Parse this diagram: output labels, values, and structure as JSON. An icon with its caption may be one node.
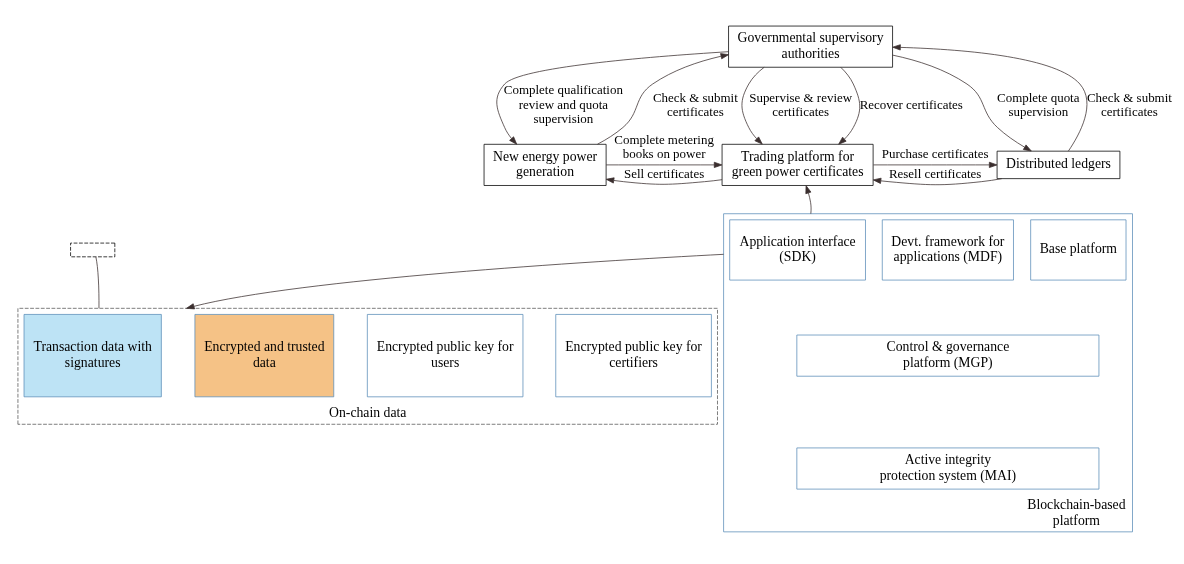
{
  "diagram": {
    "nodes": [
      {
        "text": [
          "Governmental supervisory authorities"
        ]
      },
      {
        "text": [
          "New energy power generation"
        ]
      },
      {
        "text": [
          "Trading platform for green power certificates"
        ]
      },
      {
        "text": [
          "Distributed ledgers"
        ]
      },
      {
        "text": [
          "On-chain data"
        ]
      },
      {
        "text": [
          "Transaction data with signatures"
        ],
        "in": 4
      },
      {
        "text": [
          "Encrypted and trusted data"
        ],
        "in": 4
      },
      {
        "text": [
          "Encrypted public key for users"
        ],
        "in": 4
      },
      {
        "text": [
          "Encrypted public key for certifiers"
        ],
        "in": 4
      },
      {
        "text": [
          "Blockchain-based platform"
        ]
      },
      {
        "text": [
          "Application interface (SDK)"
        ],
        "in": 9
      },
      {
        "text": [
          "Devt. framework for applications (MDF)"
        ],
        "in": 9
      },
      {
        "text": [
          "Base platform"
        ],
        "in": 9
      },
      {
        "text": [
          "Control & governance platform (MGP)"
        ],
        "in": 9
      },
      {
        "text": [
          "Active integrity protection system (MAI)"
        ],
        "in": 9
      },
      {
        "text": [],
        "shape": "box"
      }
    ],
    "edges": [
      {
        "from": 0,
        "to": 1,
        "arrow": "to",
        "label": "Complete qualification review and quota supervision"
      },
      {
        "from": 1,
        "to": 0,
        "arrow": "to",
        "label": "Check & submit certificates"
      },
      {
        "from": 0,
        "to": 3,
        "arrow": "to",
        "label": "Complete quota supervision"
      },
      {
        "from": 3,
        "to": 0,
        "arrow": "to",
        "label": "Check & submit certificates"
      },
      {
        "from": 0,
        "to": 2,
        "arrow": "to",
        "label": "Supervise & review certificates"
      },
      {
        "from": 0,
        "to": 2,
        "arrow": "to",
        "label": "Recover certificates"
      },
      {
        "from": 1,
        "to": 2,
        "arrow": "to",
        "label": "Complete metering books on power"
      },
      {
        "from": 2,
        "to": 1,
        "arrow": "to",
        "label": "Sell certificates"
      },
      {
        "from": 2,
        "to": 3,
        "arrow": "to",
        "label": "Purchase certificates"
      },
      {
        "from": 3,
        "to": 2,
        "arrow": "to",
        "label": "Resell certificates"
      },
      {
        "from": 9,
        "to": 2,
        "arrow": "to"
      },
      {
        "from": 9,
        "to": 4,
        "arrow": "to"
      },
      {
        "from": 15,
        "to": 4,
        "arrow": "none"
      }
    ]
  }
}
